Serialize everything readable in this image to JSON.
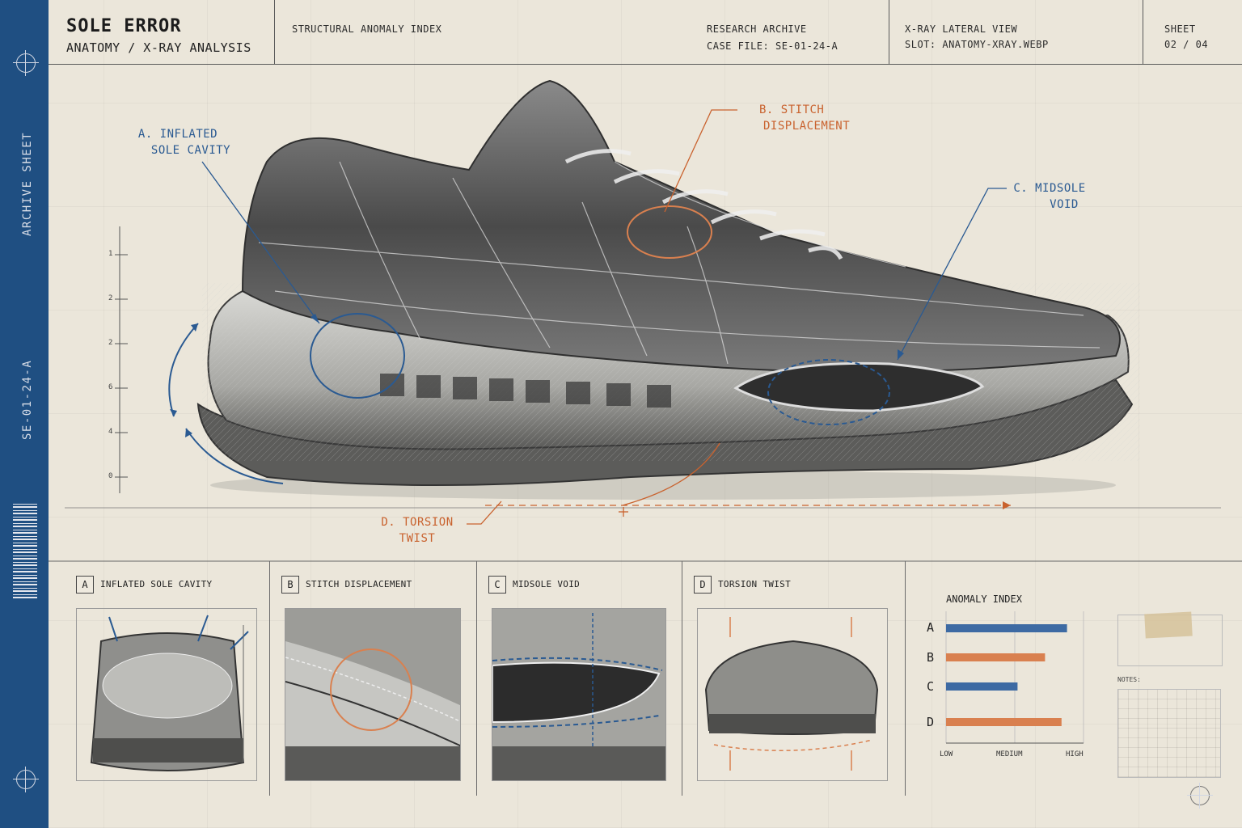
{
  "header": {
    "title": "SOLE ERROR",
    "subtitle": "ANATOMY / X-RAY ANALYSIS",
    "index_label": "STRUCTURAL ANOMALY INDEX",
    "archive_label": "RESEARCH ARCHIVE",
    "case_file": "CASE FILE: SE-01-24-A",
    "view_label": "X-RAY LATERAL VIEW",
    "slot_label": "SLOT: ANATOMY-XRAY.WEBP",
    "sheet_label": "SHEET",
    "sheet_number": "02 / 04"
  },
  "spine": {
    "archive_text": "ARCHIVE SHEET",
    "code_text": "SE-01-24-A"
  },
  "callouts": {
    "a_line1": "A. INFLATED",
    "a_line2": "SOLE CAVITY",
    "b_line1": "B. STITCH",
    "b_line2": "DISPLACEMENT",
    "c_line1": "C. MIDSOLE",
    "c_line2": "VOID",
    "d_line1": "D. TORSION",
    "d_line2": "TWIST"
  },
  "scale_ticks": [
    "1",
    "2",
    "2",
    "6",
    "4",
    "0"
  ],
  "panels": [
    {
      "letter": "A",
      "label": "INFLATED SOLE CAVITY"
    },
    {
      "letter": "B",
      "label": "STITCH DISPLACEMENT"
    },
    {
      "letter": "C",
      "label": "MIDSOLE VOID"
    },
    {
      "letter": "D",
      "label": "TORSION TWIST"
    }
  ],
  "notes_label": "NOTES:",
  "colors": {
    "spine": "#1f4f82",
    "accent_blue": "#3d6aa3",
    "accent_orange": "#d9804f",
    "paper": "#ebe6da"
  },
  "chart_data": {
    "type": "bar",
    "orientation": "horizontal",
    "title": "ANOMALY INDEX",
    "categories": [
      "A",
      "B",
      "C",
      "D"
    ],
    "values": [
      0.88,
      0.72,
      0.52,
      0.84
    ],
    "bar_colors": [
      "#3d6aa3",
      "#d9804f",
      "#3d6aa3",
      "#d9804f"
    ],
    "x_tick_labels": [
      "LOW",
      "MEDIUM",
      "HIGH"
    ],
    "xlim": [
      0,
      1
    ],
    "grid": true
  }
}
